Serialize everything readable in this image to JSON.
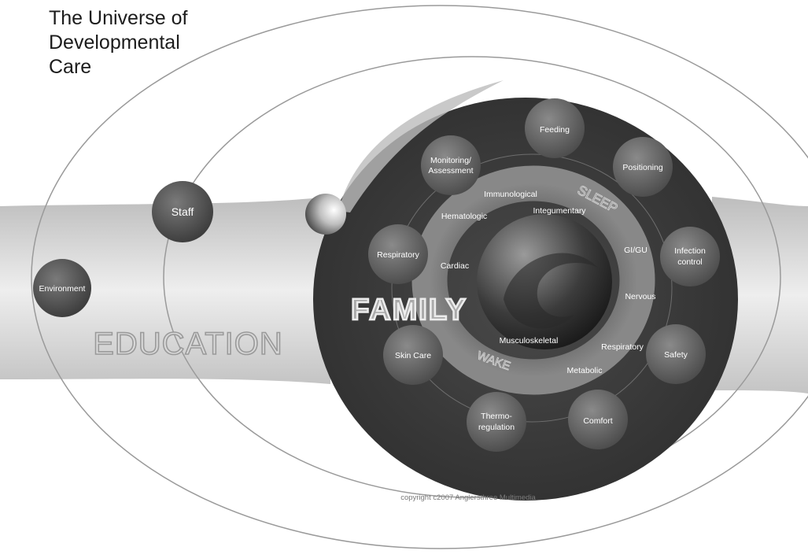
{
  "title_lines": [
    "The Universe of",
    "Developmental",
    "Care"
  ],
  "outer_labels": {
    "environment": "Environment",
    "staff": "Staff",
    "education": "EDUCATION",
    "family": "FAMILY"
  },
  "care_nodes": {
    "feeding": "Feeding",
    "positioning": "Positioning",
    "infection_1": "Infection",
    "infection_2": "control",
    "safety": "Safety",
    "comfort": "Comfort",
    "thermo_1": "Thermo-",
    "thermo_2": "regulation",
    "skin_care": "Skin Care",
    "respiratory": "Respiratory",
    "monitoring_1": "Monitoring/",
    "monitoring_2": "Assessment"
  },
  "systems": {
    "immunological": "Immunological",
    "integumentary": "Integumentary",
    "hematologic": "Hematologic",
    "cardiac": "Cardiac",
    "gi_gu": "GI/GU",
    "nervous": "Nervous",
    "musculoskeletal": "Musculoskeletal",
    "respiratory": "Respiratory",
    "metabolic": "Metabolic"
  },
  "states": {
    "sleep": "SLEEP",
    "wake": "WAKE"
  },
  "copyright": "copyright c2007 Anglersthree Multimedia",
  "colors": {
    "disk": "#3a3a3a",
    "node": "#6a6a6a",
    "ring": "#8a8a8a",
    "orbit": "#9a9a9a",
    "band": "#d6d6d6"
  }
}
